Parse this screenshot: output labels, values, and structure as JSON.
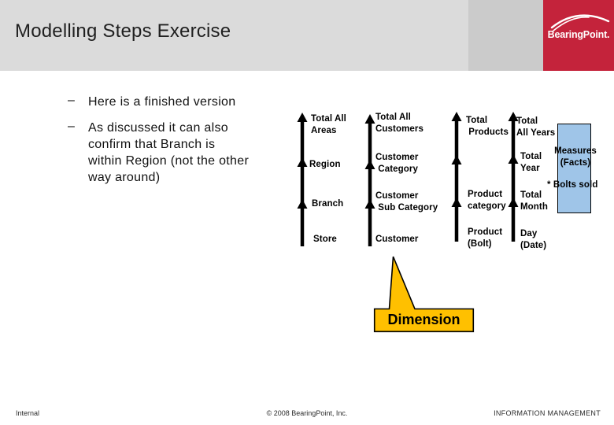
{
  "header": {
    "title": "Modelling Steps Exercise",
    "logo_text": "BearingPoint."
  },
  "bullets": {
    "marker": "–",
    "item1": "Here is a finished version",
    "item2": "As discussed it can also\nconfirm that Branch is\nwithin Region (not the other\nway around)"
  },
  "diagram": {
    "columns": [
      {
        "name": "areas",
        "levels": [
          "Total All\nAreas",
          "Region",
          "Branch",
          "Store"
        ]
      },
      {
        "name": "customers",
        "levels": [
          "Total All\nCustomers",
          "Customer\n Category",
          "Customer\n Sub Category",
          "Customer"
        ]
      },
      {
        "name": "products",
        "levels": [
          "Total\n Products",
          "Product\ncategory",
          "Product\n(Bolt)"
        ]
      },
      {
        "name": "years",
        "levels": [
          "Total\nAll Years",
          "Total\nYear",
          "Total\nMonth",
          "Day\n(Date)"
        ]
      }
    ],
    "measures_box": {
      "label": "Measures\n(Facts)",
      "item": "* Bolts sold"
    },
    "callout": {
      "label": "Dimension"
    }
  },
  "footer": {
    "left": "Internal",
    "center": "© 2008 BearingPoint, Inc.",
    "right": "INFORMATION MANAGEMENT"
  },
  "colors": {
    "brand_red": "#c4233b",
    "header_gray": "#dbdbdb",
    "header_gray_dark": "#cbcbcb",
    "measures_blue": "#9fc5e8",
    "callout_yellow": "#ffc000",
    "arrow_black": "#000000"
  }
}
